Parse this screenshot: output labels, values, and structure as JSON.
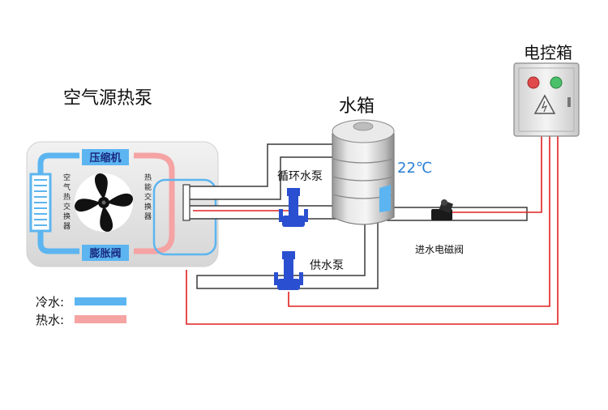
{
  "heat_pump": {
    "title": "空气源热泵",
    "compressor": "压缩机",
    "expansion_valve": "膨胀阀",
    "left_exchanger": "空气热交换器",
    "right_exchanger": "热能交换器"
  },
  "tank": {
    "title": "水箱",
    "temperature": "22℃"
  },
  "circulation_pump": "循环水泵",
  "supply_pump": "供水泵",
  "inlet_valve": "进水电磁阀",
  "control_box": {
    "title": "电控箱"
  },
  "legend": {
    "cold": "冷水:",
    "hot": "热水:"
  },
  "colors": {
    "cold": "#5cb5f0",
    "hot": "#f5a3a3",
    "wire": "#e02020",
    "pump": "#2a4fd0",
    "pipe_fill": "#ffffff",
    "pipe_outline": "#3a3a3a"
  }
}
